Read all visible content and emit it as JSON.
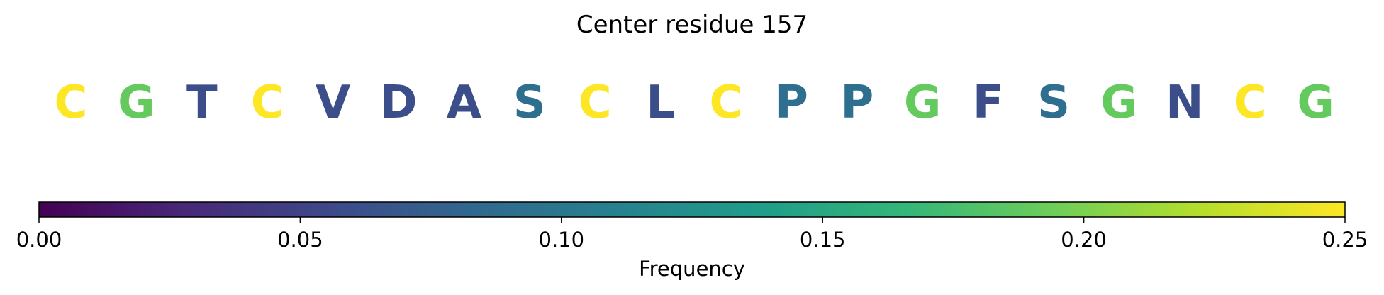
{
  "chart_data": {
    "type": "heatmap",
    "title": "Center residue 157",
    "residues": [
      {
        "letter": "C",
        "frequency": 0.25
      },
      {
        "letter": "G",
        "frequency": 0.19
      },
      {
        "letter": "T",
        "frequency": 0.06
      },
      {
        "letter": "C",
        "frequency": 0.25
      },
      {
        "letter": "V",
        "frequency": 0.06
      },
      {
        "letter": "D",
        "frequency": 0.06
      },
      {
        "letter": "A",
        "frequency": 0.06
      },
      {
        "letter": "S",
        "frequency": 0.09
      },
      {
        "letter": "C",
        "frequency": 0.25
      },
      {
        "letter": "L",
        "frequency": 0.06
      },
      {
        "letter": "C",
        "frequency": 0.25
      },
      {
        "letter": "P",
        "frequency": 0.09
      },
      {
        "letter": "P",
        "frequency": 0.09
      },
      {
        "letter": "G",
        "frequency": 0.19
      },
      {
        "letter": "F",
        "frequency": 0.06
      },
      {
        "letter": "S",
        "frequency": 0.09
      },
      {
        "letter": "G",
        "frequency": 0.19
      },
      {
        "letter": "N",
        "frequency": 0.06
      },
      {
        "letter": "C",
        "frequency": 0.25
      },
      {
        "letter": "G",
        "frequency": 0.19
      }
    ],
    "colorbar": {
      "label": "Frequency",
      "range": [
        0,
        0.25
      ],
      "ticks": [
        "0.00",
        "0.05",
        "0.10",
        "0.15",
        "0.20",
        "0.25"
      ],
      "colormap": "viridis",
      "stops": [
        "#440154",
        "#482878",
        "#3e4989",
        "#31688e",
        "#26828e",
        "#1f9e89",
        "#35b779",
        "#6ece58",
        "#b5de2b",
        "#fde725"
      ]
    }
  }
}
